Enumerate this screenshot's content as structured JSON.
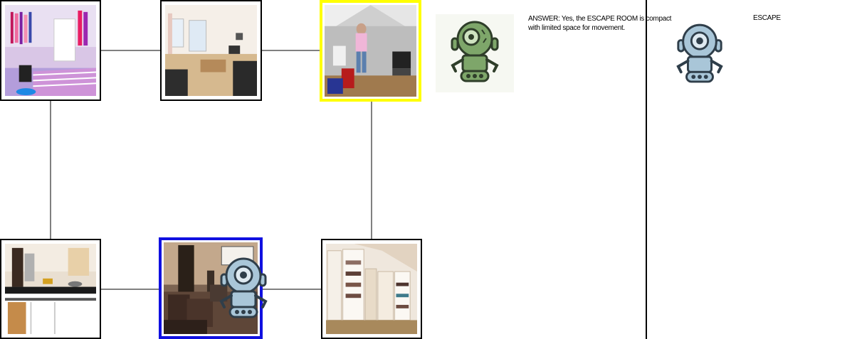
{
  "rooms": [
    {
      "id": "closet",
      "icon": "closet-room-photo"
    },
    {
      "id": "living",
      "icon": "living-room-photo"
    },
    {
      "id": "attic",
      "icon": "attic-room-photo",
      "highlight": "target"
    },
    {
      "id": "kitchen",
      "icon": "kitchen-room-photo"
    },
    {
      "id": "theater",
      "icon": "home-theater-photo",
      "highlight": "current"
    },
    {
      "id": "bookshelf",
      "icon": "bookshelf-room-photo"
    }
  ],
  "colors": {
    "current_border": "#1010e0",
    "target_border": "#ffff00",
    "edge": "#808080",
    "robot_green": "#7ea66a",
    "robot_blue": "#a9c6d8"
  },
  "answer": {
    "text": "ANSWER: Yes, the ESCAPE ROOM is compact with limited space for movement."
  },
  "right_panel": {
    "label": "ESCAPE"
  }
}
